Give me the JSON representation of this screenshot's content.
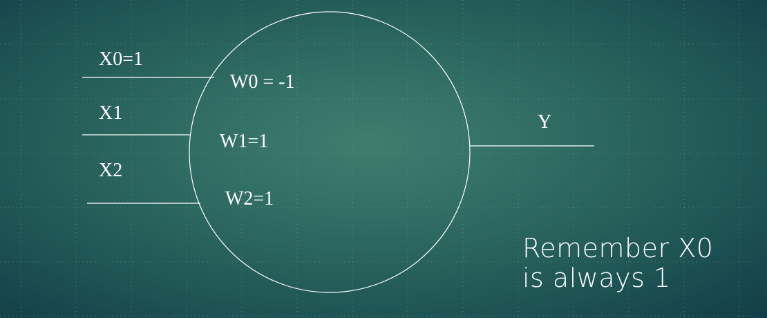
{
  "inputs": [
    {
      "input_label": "X0=1",
      "weight_label": "W0 = -1"
    },
    {
      "input_label": "X1",
      "weight_label": "W1=1"
    },
    {
      "input_label": "X2",
      "weight_label": "W2=1"
    }
  ],
  "output": {
    "label": "Y"
  },
  "note": {
    "line1": "Remember X0",
    "line2": "is always 1"
  },
  "colors": {
    "line": "#ffffff",
    "text": "#ffffff",
    "grid": "#8fb3ad"
  }
}
